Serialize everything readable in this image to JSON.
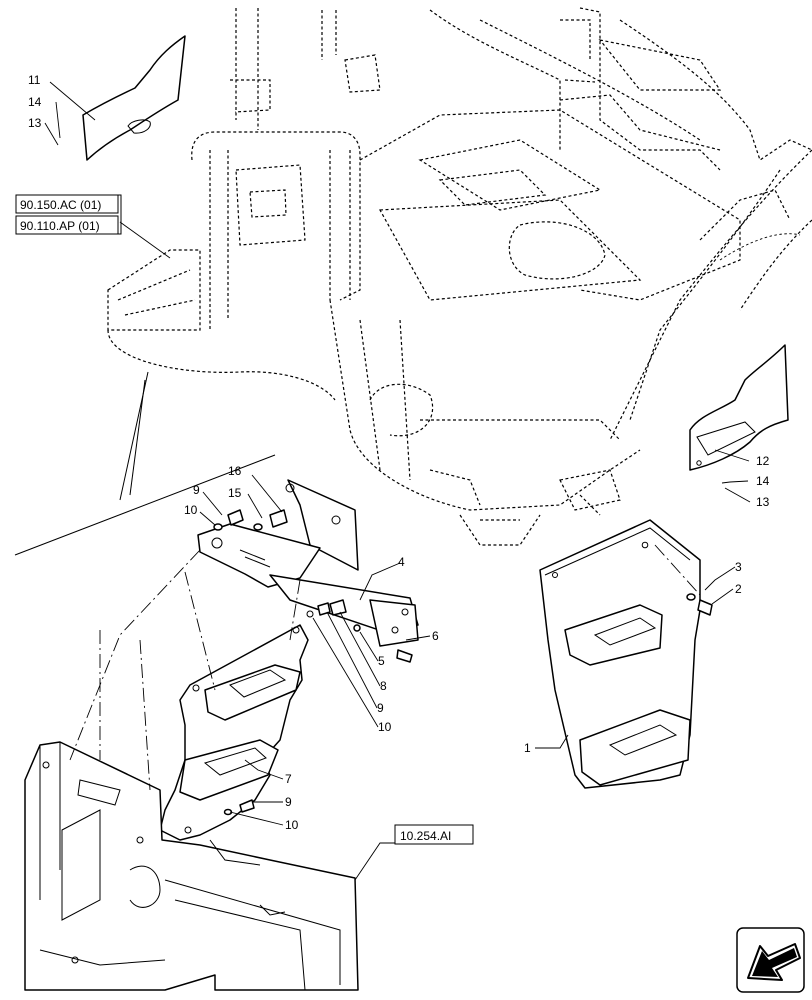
{
  "callouts": {
    "c1": "1",
    "c2": "2",
    "c3": "3",
    "c4": "4",
    "c5": "5",
    "c6": "6",
    "c7": "7",
    "c8": "8",
    "c9a": "9",
    "c9b": "9",
    "c9c": "9",
    "c10a": "10",
    "c10b": "10",
    "c10c": "10",
    "c11": "11",
    "c12": "12",
    "c13a": "13",
    "c13b": "13",
    "c14a": "14",
    "c14b": "14",
    "c15": "15",
    "c16": "16"
  },
  "references": {
    "ref1": "90.150.AC (01)",
    "ref2": "90.110.AP (01)",
    "ref3": "10.254.AI"
  },
  "icons": {
    "corner": "navigation-arrow-icon"
  }
}
